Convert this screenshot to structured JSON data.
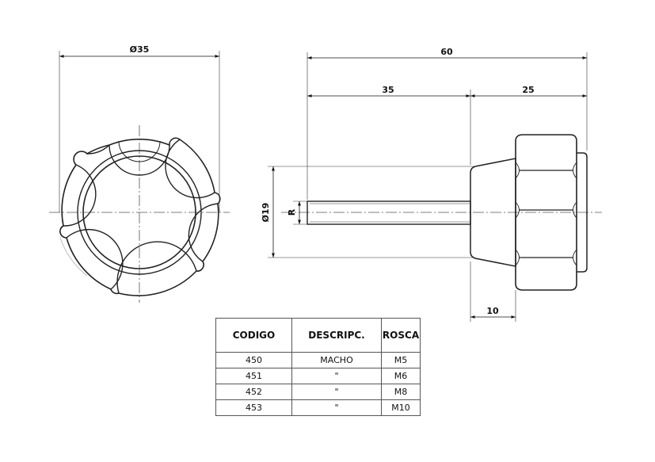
{
  "dimensions": {
    "diameter_top": "Ø35",
    "overall_length": "60",
    "stud_length": "35",
    "knob_length": "25",
    "hub_length": "10",
    "diameter_side": "Ø19",
    "thread": "R"
  },
  "table": {
    "headers": [
      "CODIGO",
      "DESCRIPC.",
      "ROSCA"
    ],
    "rows": [
      [
        "450",
        "MACHO",
        "M5"
      ],
      [
        "451",
        "\"",
        "M6"
      ],
      [
        "452",
        "\"",
        "M8"
      ],
      [
        "453",
        "\"",
        "M10"
      ]
    ]
  }
}
